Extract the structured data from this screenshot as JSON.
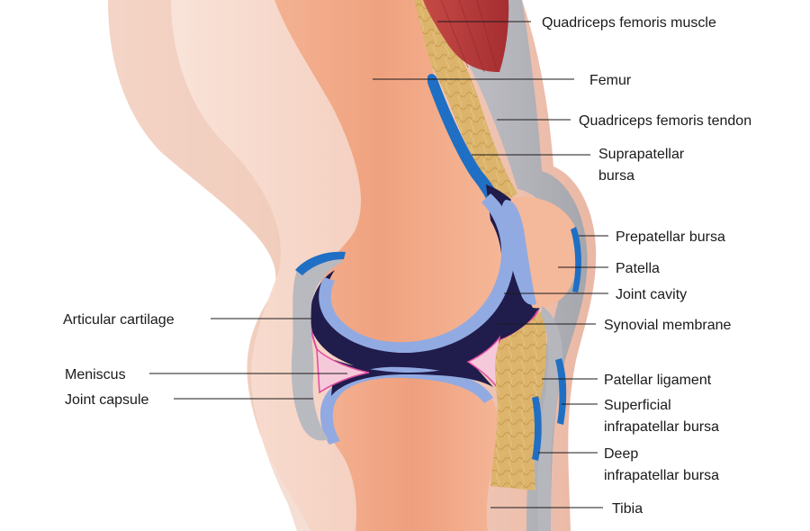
{
  "labels": {
    "quadriceps_muscle": "Quadriceps femoris muscle",
    "femur": "Femur",
    "quadriceps_tendon": "Quadriceps femoris tendon",
    "suprapatellar_bursa_line1": "Suprapatellar",
    "suprapatellar_bursa_line2": "bursa",
    "prepatellar_bursa": "Prepatellar bursa",
    "patella": "Patella",
    "joint_cavity": "Joint cavity",
    "synovial_membrane": "Synovial membrane",
    "articular_cartilage": "Articular cartilage",
    "meniscus": "Meniscus",
    "joint_capsule": "Joint capsule",
    "patellar_ligament": "Patellar ligament",
    "superficial_infrapatellar_line1": "Superficial",
    "superficial_infrapatellar_line2": "infrapatellar bursa",
    "deep_infrapatellar_line1": "Deep",
    "deep_infrapatellar_line2": "infrapatellar bursa",
    "tibia": "Tibia"
  },
  "colors": {
    "skin": "#f6d6c6",
    "skin_shadow": "#e8b8a4",
    "bone": "#f0a98a",
    "bone_highlight": "#f7c3a6",
    "cartilage": "#8fa9e0",
    "cavity": "#1e1a4a",
    "muscle": "#b83a3a",
    "tendon": "#b9b9bf",
    "fat": "#d9b46a",
    "bursa": "#1f6fc4",
    "meniscus": "#f4c6d8",
    "membrane": "#e04aa0"
  }
}
